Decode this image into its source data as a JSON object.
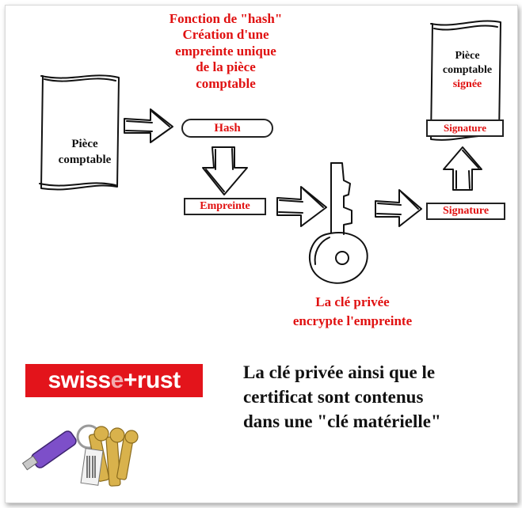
{
  "hash_function": {
    "line1": "Fonction de \"hash\"",
    "line2": "Création d'une",
    "line3": "empreinte unique",
    "line4": "de la pièce",
    "line5": "comptable"
  },
  "hash_label": "Hash",
  "source_document": {
    "line1": "Pièce",
    "line2": "comptable"
  },
  "fingerprint_label": "Empreinte",
  "signature_label": "Signature",
  "signed_document": {
    "line1": "Pièce",
    "line2": "comptable",
    "line3": "signée",
    "signature": "Signature"
  },
  "key_caption": {
    "line1": "La clé privée",
    "line2": "encrypte l'empreinte"
  },
  "logo": {
    "part1": "swiss",
    "part2": "e",
    "part3": "+rust"
  },
  "note": {
    "line1": "La clé privée ainsi que le",
    "line2": "certificat sont contenus",
    "line3": "dans une \"clé matérielle\""
  },
  "colors": {
    "accent": "#e01010",
    "logo_bg": "#e3141b",
    "ink": "#111111"
  }
}
